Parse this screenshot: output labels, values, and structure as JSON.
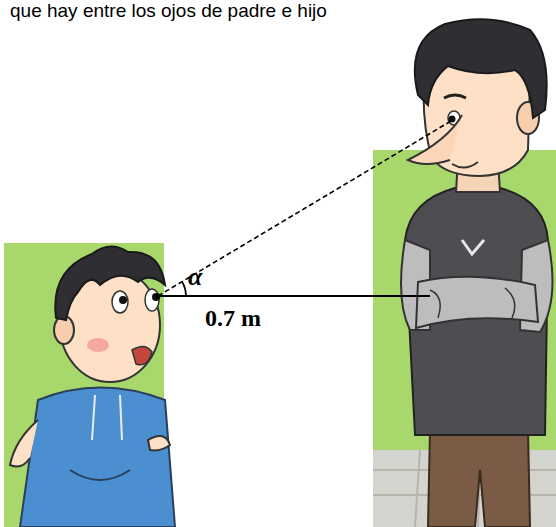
{
  "diagram": {
    "labels": [
      "que hay entre los ojos de padre e hijo",
      "α",
      "0.7 m"
    ]
  }
}
